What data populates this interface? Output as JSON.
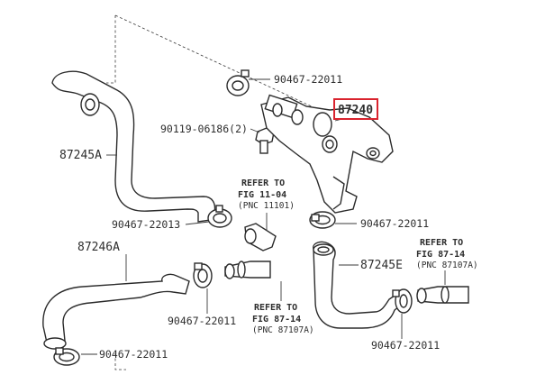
{
  "callouts": {
    "clamp_top": "90467-22011",
    "bolt": "90119-06186(2)",
    "hose_a": "87245A",
    "valve": "87240",
    "clamp_mid_left": "90467-22013",
    "clamp_mid_right": "90467-22011",
    "hose_b": "87246A",
    "hose_e": "87245E",
    "clamp_lower_left": "90467-22011",
    "clamp_bottom_left": "90467-22011",
    "clamp_bottom_right": "90467-22011"
  },
  "refs": {
    "ref1": {
      "line1": "REFER TO",
      "line2": "FIG 11-04",
      "line3": "(PNC 11101)"
    },
    "ref2": {
      "line1": "REFER TO",
      "line2": "FIG 87-14",
      "line3": "(PNC 87107A)"
    },
    "ref3": {
      "line1": "REFER TO",
      "line2": "FIG 87-14",
      "line3": "(PNC 87107A)"
    }
  },
  "highlight_color": "#d9232e"
}
